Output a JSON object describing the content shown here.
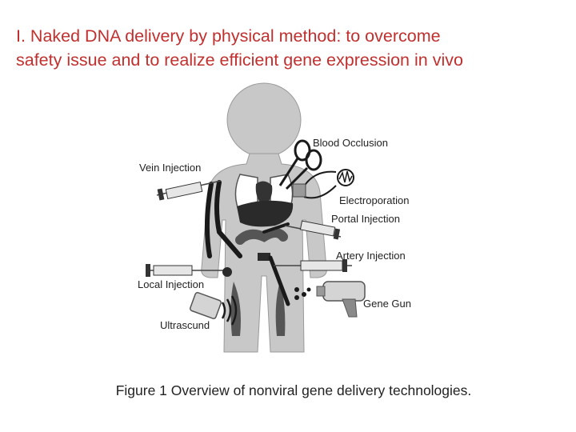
{
  "title": {
    "line1": "I. Naked DNA delivery by physical method: to overcome",
    "line2": "safety issue and to realize efficient gene expression in vivo"
  },
  "figure": {
    "labels": {
      "blood_occlusion": "Blood Occlusion",
      "vein_injection": "Vein Injection",
      "electroporation": "Electroporation",
      "portal_injection": "Portal Injection",
      "artery_injection": "Artery Injection",
      "local_injection": "Local Injection",
      "gene_gun": "Gene Gun",
      "ultrasound": "Ultrascund"
    },
    "caption": "Figure 1 Overview of nonviral gene delivery technologies."
  },
  "colors": {
    "title": "#c0302f",
    "body": "#c8c8c8",
    "organs": "#2a2a2a",
    "text": "#222222"
  }
}
